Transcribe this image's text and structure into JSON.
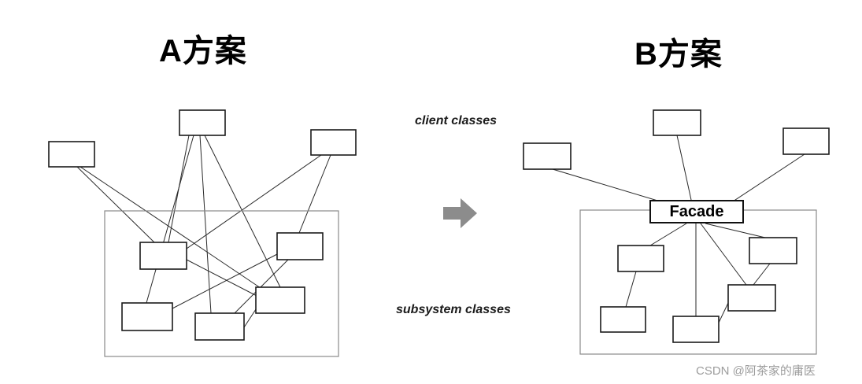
{
  "diagram": {
    "left": {
      "title": "A方案"
    },
    "right": {
      "title": "B方案",
      "facade_label": "Facade"
    },
    "annotations": {
      "client_classes": "client classes",
      "subsystem_classes": "subsystem classes"
    },
    "arrow_icon": "right-arrow"
  },
  "watermark": {
    "text": "CSDN @阿茶家的庸医"
  },
  "colors": {
    "background": "#ffffff",
    "box_stroke": "#1a1a1a",
    "container_stroke": "#8a8a8a",
    "line": "#2a2a2a",
    "arrow": "#8c8c8c",
    "watermark": "#9c9c9c"
  }
}
